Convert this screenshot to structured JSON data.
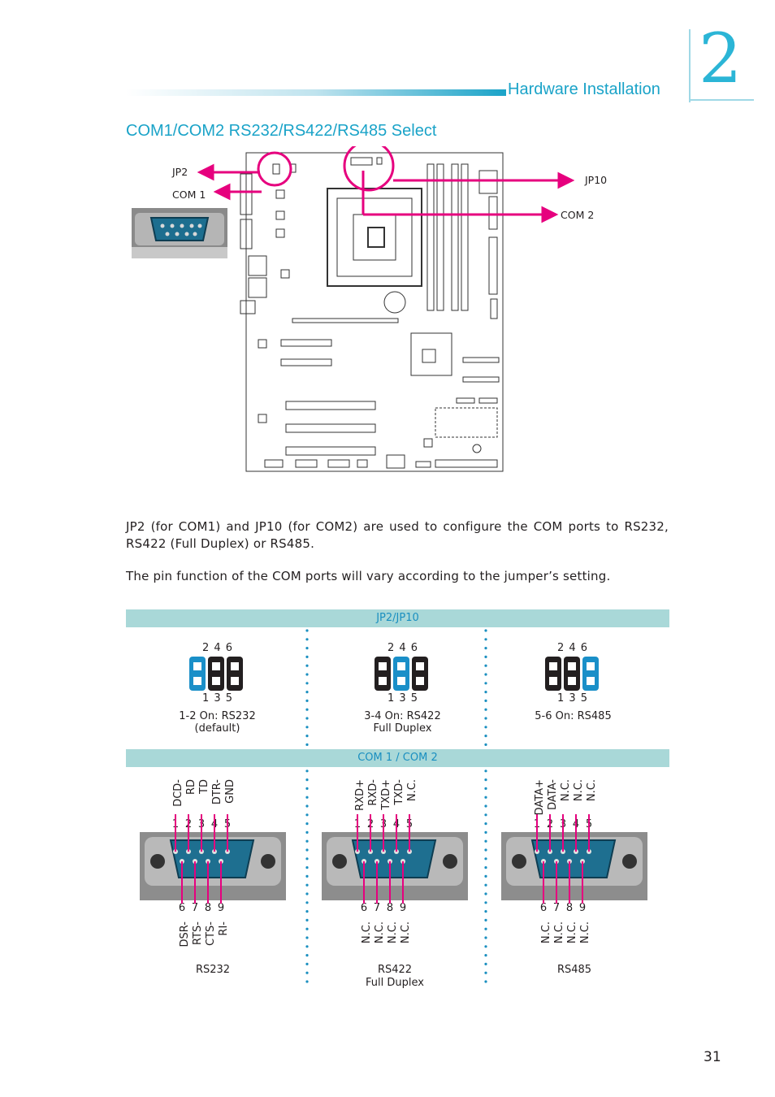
{
  "chapter": {
    "number": "2",
    "section": "Hardware Installation"
  },
  "page": {
    "title": "COM1/COM2 RS232/RS422/RS485 Select",
    "number": "31"
  },
  "board_callouts": {
    "jp2": "JP2",
    "com1": "COM 1",
    "jp10": "JP10",
    "com2": "COM 2"
  },
  "body": {
    "p1": "JP2 (for COM1) and JP10 (for COM2) are used to configure the COM ports to RS232, RS422 (Full Duplex) or RS485.",
    "p2": "The pin function of the COM ports will vary according to the jumper’s setting."
  },
  "jumper_table": {
    "header": "JP2/JP10",
    "top_pins": "2   4   6",
    "bottom_pins": "1   3   5",
    "settings": [
      {
        "line1": "1-2 On: RS232",
        "line2": "(default)"
      },
      {
        "line1": "3-4 On: RS422",
        "line2": "Full Duplex"
      },
      {
        "line1": "5-6 On: RS485",
        "line2": ""
      }
    ]
  },
  "com_table": {
    "header": "COM 1 / COM 2",
    "top_pin_numbers": [
      "1",
      "2",
      "3",
      "4",
      "5"
    ],
    "bottom_pin_numbers": [
      "6",
      "7",
      "8",
      "9"
    ],
    "modes": [
      {
        "top_signals": [
          "DCD-",
          "RD",
          "TD",
          "DTR-",
          "GND"
        ],
        "bottom_signals": [
          "DSR-",
          "RTS-",
          "CTS-",
          "RI-"
        ],
        "label1": "RS232",
        "label2": ""
      },
      {
        "top_signals": [
          "RXD+",
          "RXD-",
          "TXD+",
          "TXD-",
          "N.C."
        ],
        "bottom_signals": [
          "N.C.",
          "N.C.",
          "N.C.",
          "N.C."
        ],
        "label1": "RS422",
        "label2": "Full Duplex"
      },
      {
        "top_signals": [
          "DATA+",
          "DATA-",
          "N.C.",
          "N.C.",
          "N.C."
        ],
        "bottom_signals": [
          "N.C.",
          "N.C.",
          "N.C.",
          "N.C."
        ],
        "label1": "RS485",
        "label2": ""
      }
    ]
  },
  "colors": {
    "accent": "#1aa3c8",
    "magenta": "#e6007e",
    "table_header": "#a9d8d8",
    "jumper_on": "#1a8fc8"
  }
}
